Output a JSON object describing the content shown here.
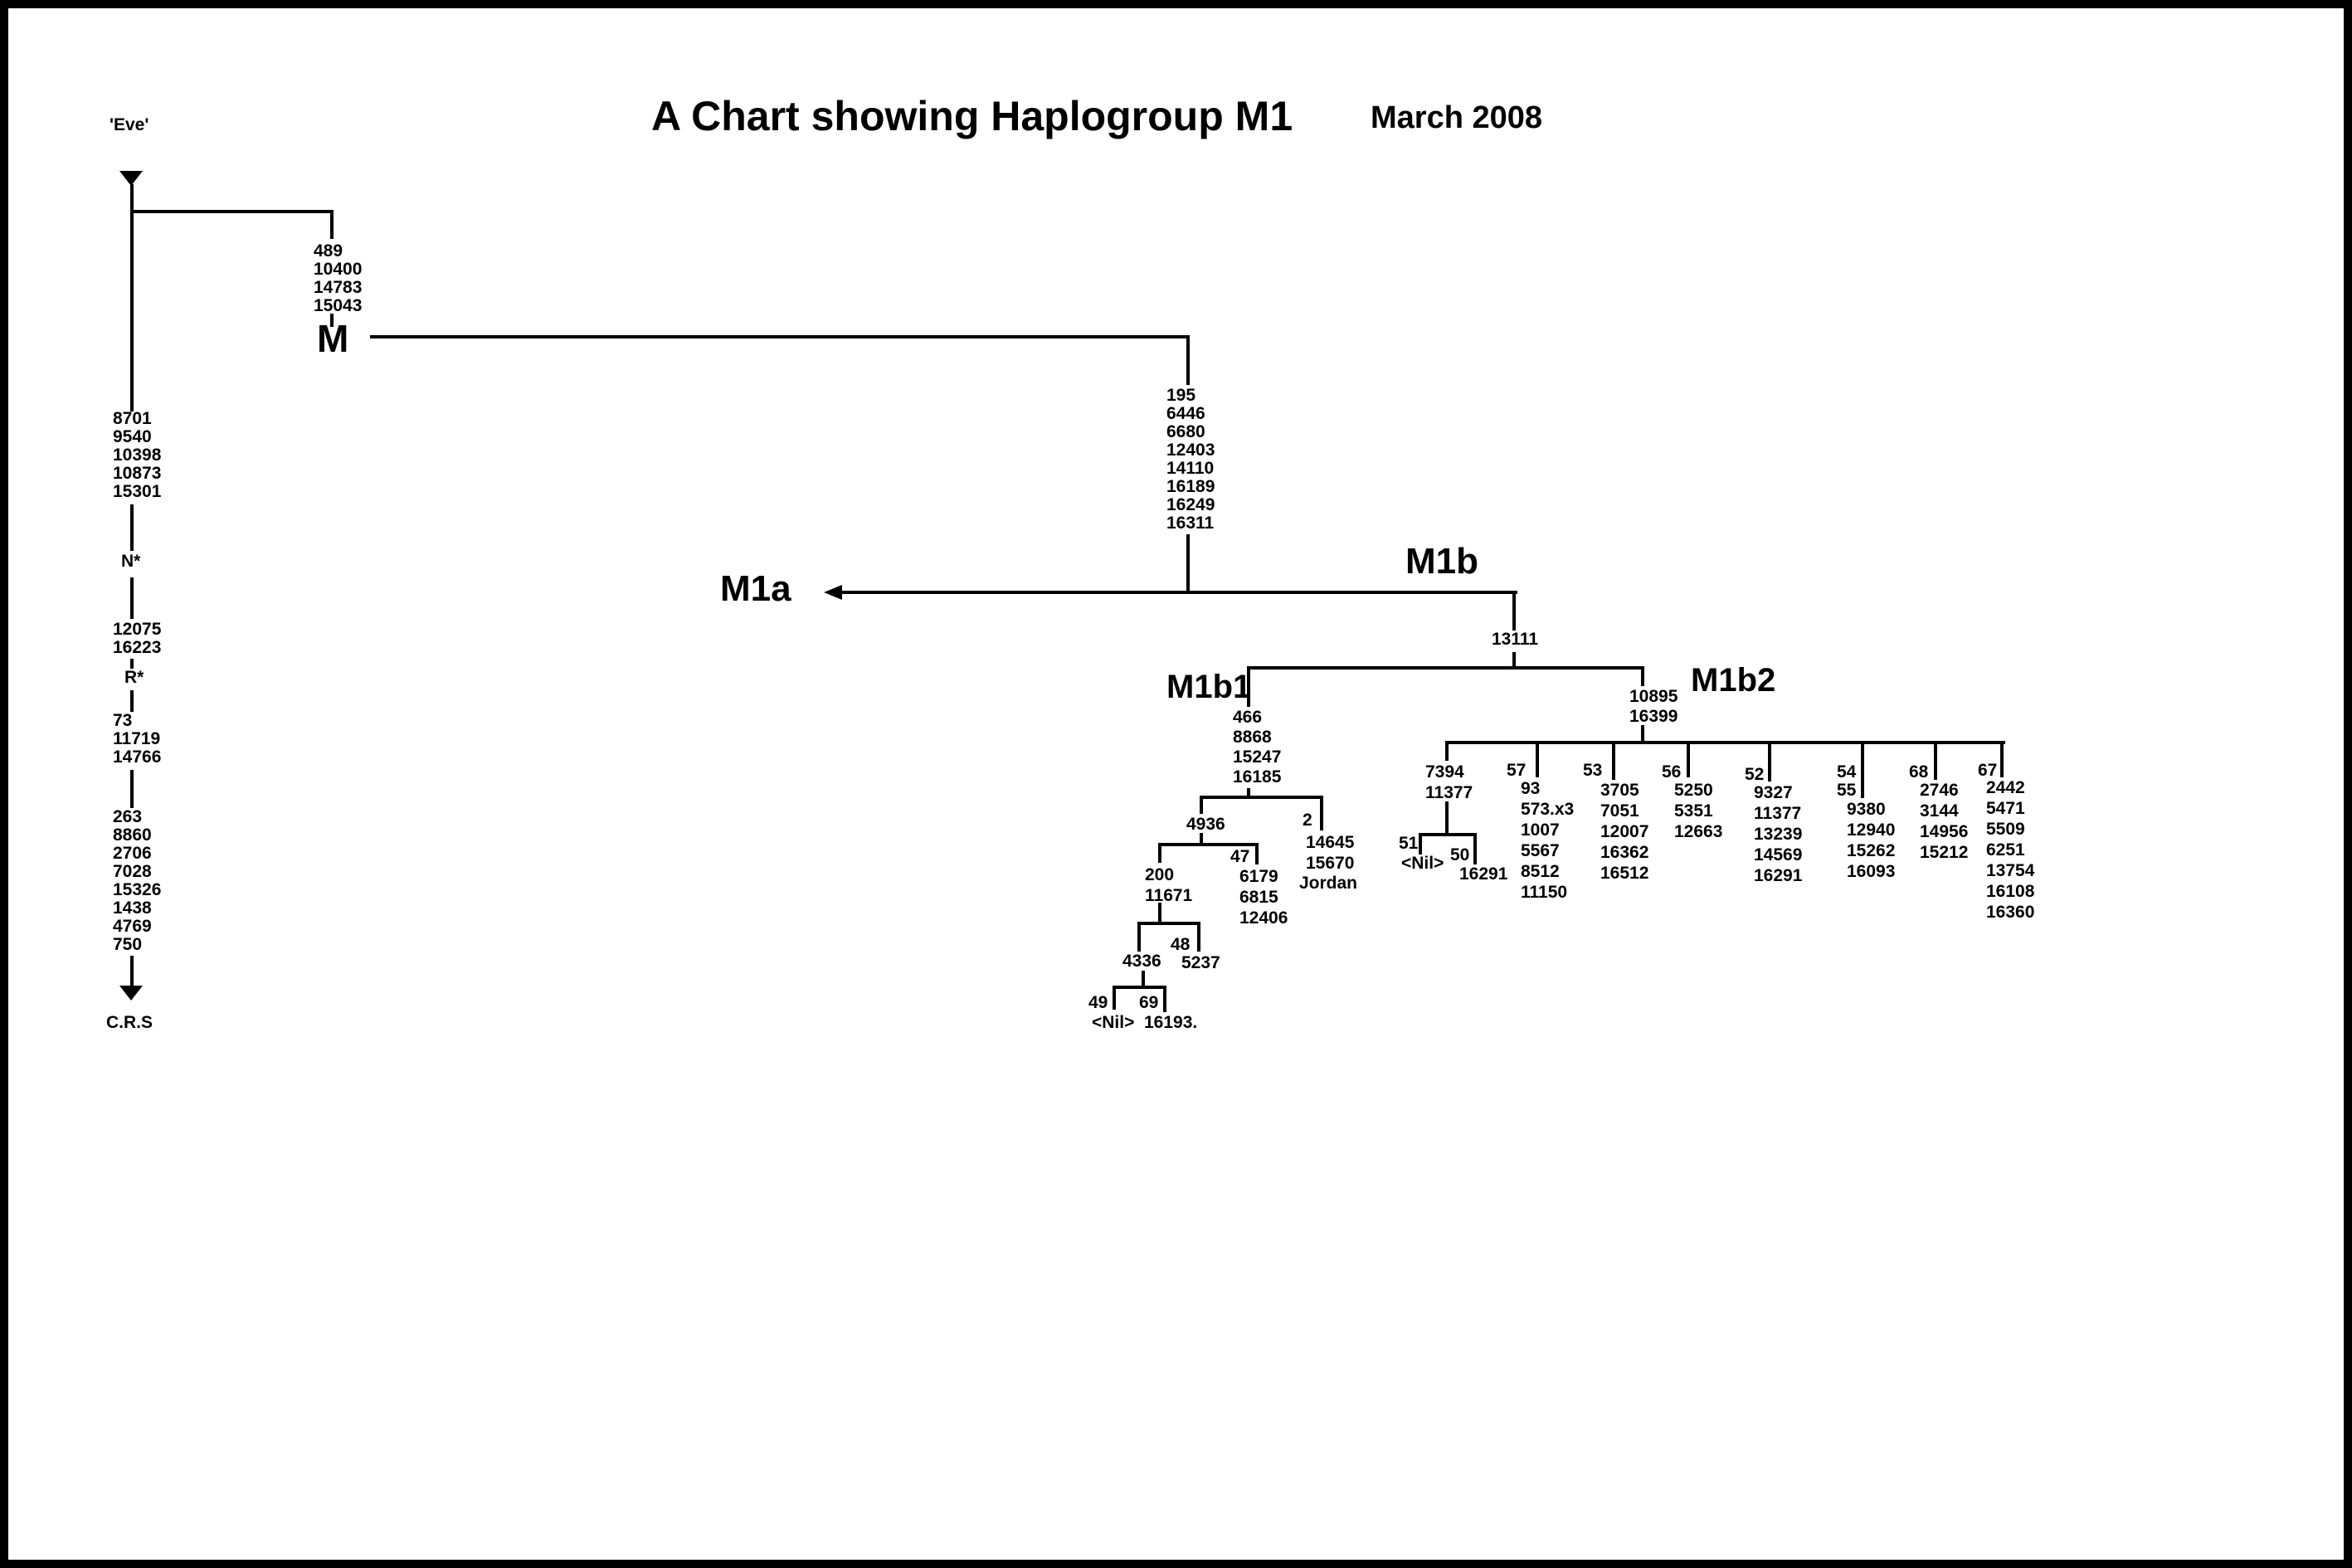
{
  "header": {
    "title": "A Chart showing Haplogroup M1",
    "date": "March  2008"
  },
  "trunk": {
    "root": "'Eve'",
    "seg1": "8701\n9540\n10398\n10873\n15301",
    "n_star": "N*",
    "seg2": "12075\n16223",
    "r_star": "R*",
    "seg3": "73\n11719\n14766",
    "seg4": "263\n8860\n2706\n7028\n15326\n1438\n4769\n750",
    "crs": "C.R.S"
  },
  "m": {
    "mutations": "489\n10400\n14783\n15043",
    "label": "M",
    "stem": "195\n6446\n6680\n12403\n14110\n16189\n16249\n16311"
  },
  "m1a": {
    "label": "M1a"
  },
  "m1b": {
    "label": "M1b",
    "mutation": "13111",
    "m1b1": {
      "label": "M1b1",
      "mutations": "466\n8868\n15247\n16185",
      "n4936": {
        "label": "4936",
        "n200": {
          "mutations": "200\n11671",
          "n4336": {
            "label": "4336",
            "n49": {
              "label": "49",
              "mutations": "<Nil>"
            },
            "n69": {
              "label": "69",
              "mutations": "16193."
            }
          },
          "n48": {
            "label": "48",
            "mutations": "5237"
          }
        },
        "n47": {
          "label": "47",
          "mutations": "6179\n6815\n12406"
        }
      },
      "n2": {
        "label": "2",
        "mutations": "14645\n15670",
        "note": "Jordan"
      }
    },
    "m1b2": {
      "label": "M1b2",
      "mutations": "10895\n16399",
      "b7394": {
        "mutations": "7394\n11377",
        "n51": {
          "label": "51",
          "mutations": "<Nil>"
        },
        "n50": {
          "label": "50",
          "mutations": "16291"
        }
      },
      "n57": {
        "label": "57",
        "mutations": "93\n573.x3\n1007\n5567\n8512\n11150"
      },
      "n53": {
        "label": "53",
        "mutations": "3705\n7051\n12007\n16362\n16512"
      },
      "n56": {
        "label": "56",
        "mutations": "5250\n5351\n12663"
      },
      "n52": {
        "label": "52",
        "mutations": "9327\n11377\n13239\n14569\n16291"
      },
      "n5455": {
        "label": "54\n55",
        "mutations": "9380\n12940\n15262\n16093"
      },
      "n68": {
        "label": "68",
        "mutations": "2746\n3144\n14956\n15212"
      },
      "n67": {
        "label": "67",
        "mutations": "2442\n5471\n5509\n6251\n13754\n16108\n16360"
      }
    }
  }
}
